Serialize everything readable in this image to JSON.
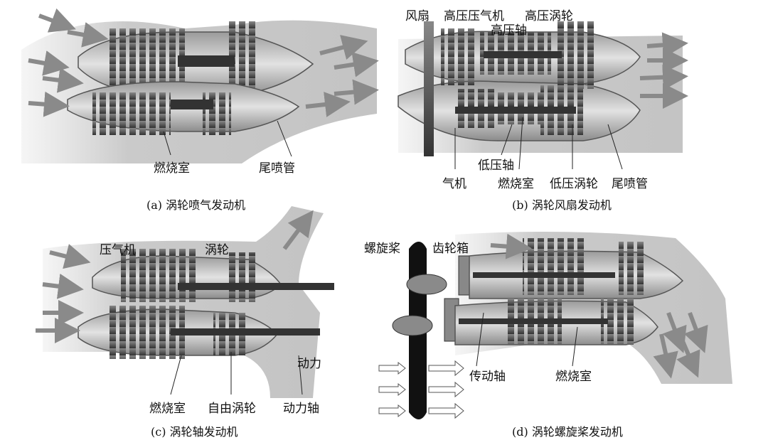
{
  "panels": {
    "a": {
      "caption": "(a) 涡轮喷气发动机",
      "labels": {
        "combustor": "燃烧室",
        "nozzle": "尾喷管"
      }
    },
    "b": {
      "caption": "(b) 涡轮风扇发动机",
      "labels": {
        "fan": "风扇",
        "hp_compressor": "高压压气机",
        "hp_turbine": "高压涡轮",
        "hp_shaft": "高压轴",
        "compressor_partial": "气机",
        "lp_shaft": "低压轴",
        "combustor": "燃烧室",
        "lp_turbine": "低压涡轮",
        "nozzle": "尾喷管"
      }
    },
    "c": {
      "caption": "(c) 涡轮轴发动机",
      "labels": {
        "compressor": "压气机",
        "turbine": "涡轮",
        "combustor": "燃烧室",
        "free_turbine": "自由涡轮",
        "power_partial": "动力",
        "power_shaft": "动力轴"
      }
    },
    "d": {
      "caption": "(d) 涡轮螺旋桨发动机",
      "labels": {
        "propeller": "螺旋桨",
        "gearbox": "齿轮箱",
        "drive_shaft": "传动轴",
        "combustor": "燃烧室"
      }
    }
  }
}
